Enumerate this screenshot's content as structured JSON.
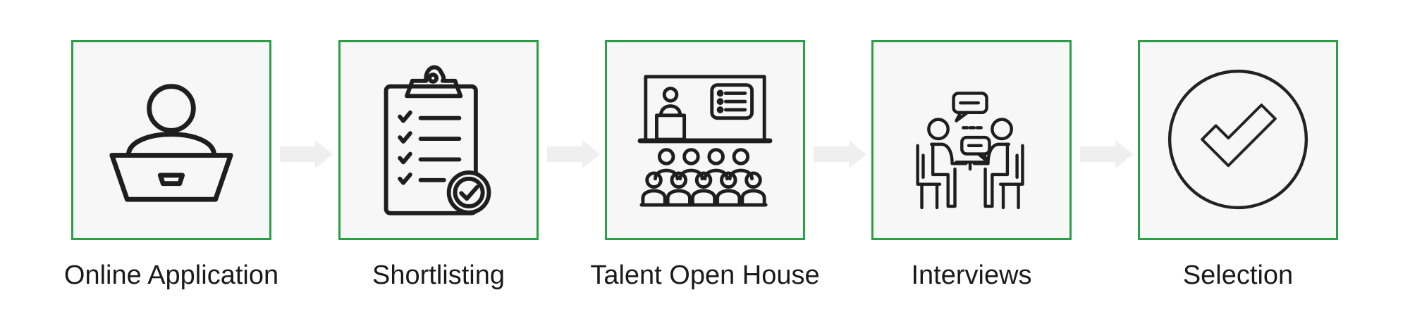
{
  "steps": [
    {
      "label": "Online Application",
      "icon": "person-laptop-icon"
    },
    {
      "label": "Shortlisting",
      "icon": "clipboard-checklist-icon"
    },
    {
      "label": "Talent Open House",
      "icon": "presentation-audience-icon"
    },
    {
      "label": "Interviews",
      "icon": "interview-conversation-icon"
    },
    {
      "label": "Selection",
      "icon": "check-circle-icon"
    }
  ],
  "colors": {
    "box_border": "#2aa046",
    "box_fill": "#f7f7f7",
    "arrow": "#efefef",
    "icon_stroke": "#1e1e1e"
  }
}
